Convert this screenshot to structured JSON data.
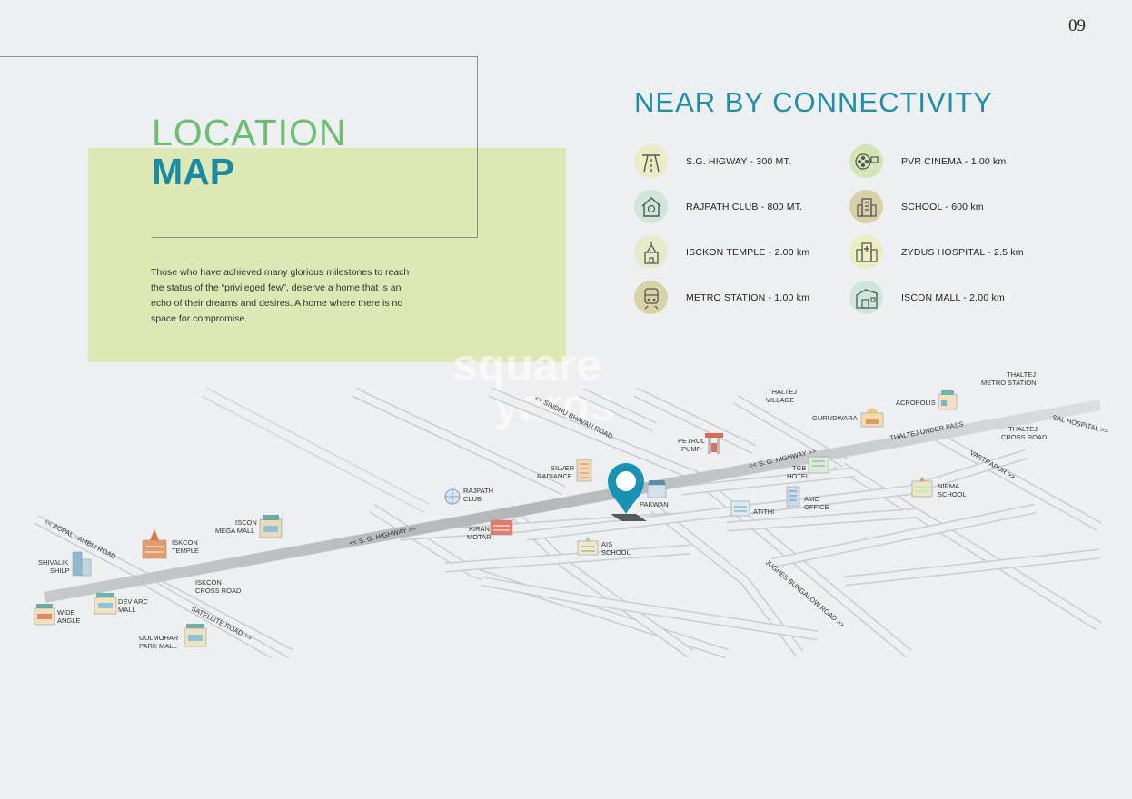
{
  "page_number": "09",
  "title": {
    "line1": "LOCATION",
    "line2": "MAP"
  },
  "description": "Those who have achieved many glorious milestones to reach the status of the “privileged few”, deserve a home that is an echo of their dreams and desires. A home where there is no space for compromise.",
  "connectivity": {
    "heading": "NEAR BY CONNECTIVITY",
    "items": [
      {
        "label": "S.G. HIGWAY  -  300 MT.",
        "icon": "highway-icon",
        "color": "#e9ecc4"
      },
      {
        "label": "PVR CINEMA  -  1.00 km",
        "icon": "film-reel-icon",
        "color": "#d5e4b6"
      },
      {
        "label": "RAJPATH CLUB  -  800 MT.",
        "icon": "club-house-icon",
        "color": "#cfe6db"
      },
      {
        "label": "SCHOOL  -  600 km",
        "icon": "school-icon",
        "color": "#d7d0a8"
      },
      {
        "label": "ISCKON TEMPLE  -  2.00 km",
        "icon": "temple-icon",
        "color": "#e7ebcc"
      },
      {
        "label": "ZYDUS HOSPITAL  -  2.5 km",
        "icon": "hospital-icon",
        "color": "#ecedc0"
      },
      {
        "label": "METRO STATION  -  1.00 km",
        "icon": "metro-train-icon",
        "color": "#d8d3a7"
      },
      {
        "label": "ISCON MALL  -  2.00 km",
        "icon": "mall-icon",
        "color": "#cfe6db"
      }
    ]
  },
  "watermark": {
    "line1": "square",
    "line2": "yards"
  },
  "map": {
    "roads": {
      "sg_highway": "<< S. G. HIGHWAY >>",
      "sg_highway_east": "<< S. G. HIGHWAY >>",
      "sindhu_bhavan": "<< SINDHU BHAVAN ROAD",
      "bopal_ambli": "<< BOPAL - AMBLI ROAD",
      "satellite": "SATELLITE ROAD >>",
      "jughes_bungalow": "JUGHES BUNGALOW ROAD >>",
      "thaltej_underpass": "THALTEJ UNDER PASS",
      "sal_hospital": "SAL HOSPITAL >>",
      "vastrapur": "VASTRAPUR >>"
    },
    "landmarks": {
      "thaltej_village": [
        "THALTEJ",
        "VILLAGE"
      ],
      "thaltej_metro": [
        "THALTEJ",
        "METRO STATION"
      ],
      "gurudwara": [
        "GURUDWARA"
      ],
      "acropolis": [
        "ACROPOLIS"
      ],
      "thaltej_cross": [
        "THALTEJ",
        "CROSS ROAD"
      ],
      "petrol_pump": [
        "PETROL",
        "PUMP"
      ],
      "tgb_hotel": [
        "TGB",
        "HOTEL"
      ],
      "silver_radiance": [
        "SILVER",
        "RADIANCE"
      ],
      "pakwan": [
        "PAKWAN"
      ],
      "amc_office": [
        "AMC",
        "OFFICE"
      ],
      "atithi": [
        "ATITHI"
      ],
      "nirma_school": [
        "NIRMA",
        "SCHOOL"
      ],
      "rajpath_club": [
        "RAJPATH",
        "CLUB"
      ],
      "kiran_motar": [
        "KIRAN",
        "MOTAR"
      ],
      "ais_school": [
        "AIS",
        "SCHOOL"
      ],
      "iscon_mega_mall": [
        "ISCON",
        "MEGA MALL"
      ],
      "iskcon_temple": [
        "ISKCON",
        "TEMPLE"
      ],
      "iskcon_cross": [
        "ISKCON",
        "CROSS ROAD"
      ],
      "shivalik_shilp": [
        "SHIVALIK",
        "SHILP"
      ],
      "dev_arc_mall": [
        "DEV ARC",
        "MALL"
      ],
      "wide_angle": [
        "WIDE",
        "ANGLE"
      ],
      "gulmohar_park": [
        "GULMOHAR",
        "PARK MALL"
      ]
    }
  },
  "colors": {
    "accent_teal": "#1b8ba3",
    "accent_green": "#6cbf70",
    "highlight_box": "#dde8b4",
    "pin": "#1a92b5"
  }
}
